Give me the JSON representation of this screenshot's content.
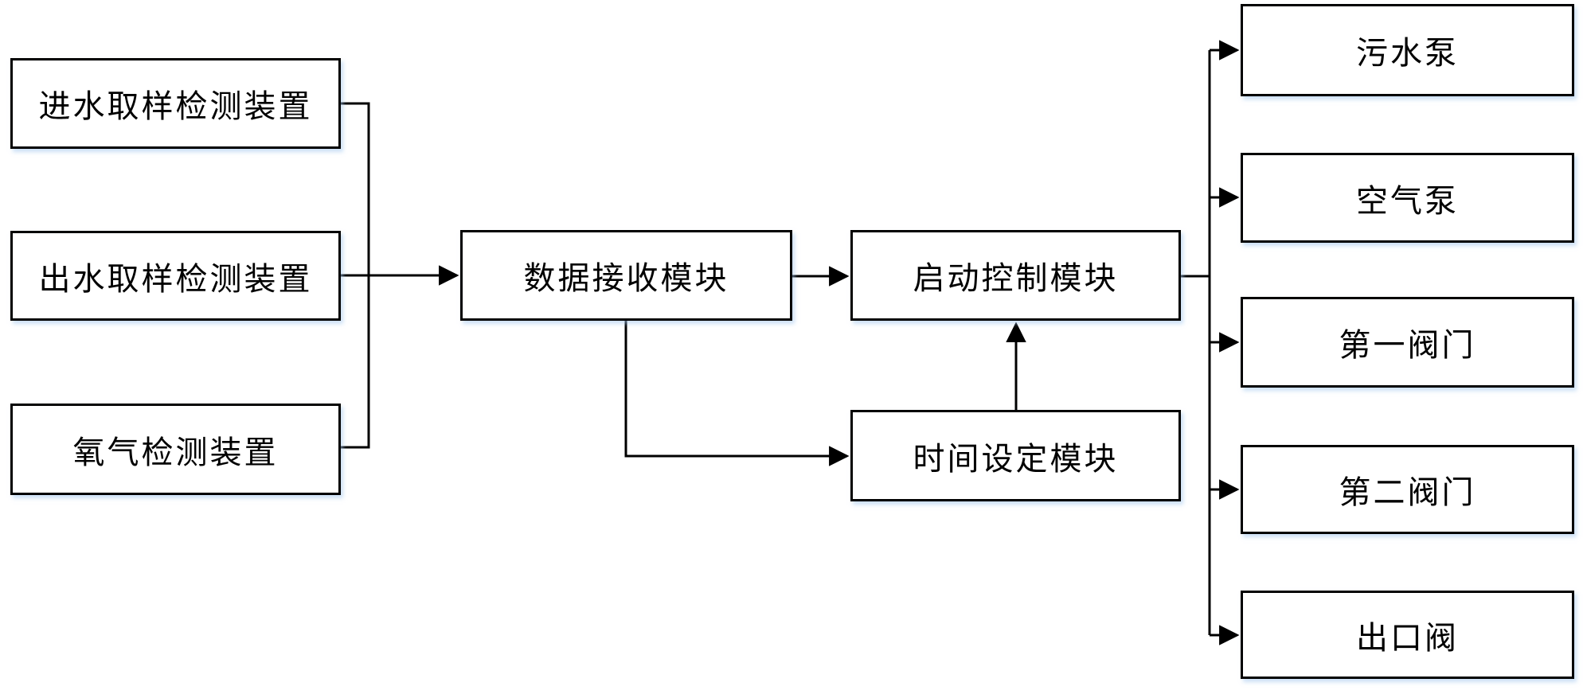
{
  "diagram": {
    "title_hint": "sewage treatment control system block diagram",
    "inputs": [
      {
        "label": "进水取样检测装置"
      },
      {
        "label": "出水取样检测装置"
      },
      {
        "label": "氧气检测装置"
      }
    ],
    "modules": {
      "data_receiving": "数据接收模块",
      "start_control": "启动控制模块",
      "time_setting": "时间设定模块"
    },
    "outputs": [
      {
        "label": "污水泵"
      },
      {
        "label": "空气泵"
      },
      {
        "label": "第一阀门"
      },
      {
        "label": "第二阀门"
      },
      {
        "label": "出口阀"
      }
    ],
    "colors": {
      "line": "#000000",
      "box_background": "#ffffff",
      "box_border": "#000000",
      "shadow_tint": "#a3c6ee"
    }
  }
}
